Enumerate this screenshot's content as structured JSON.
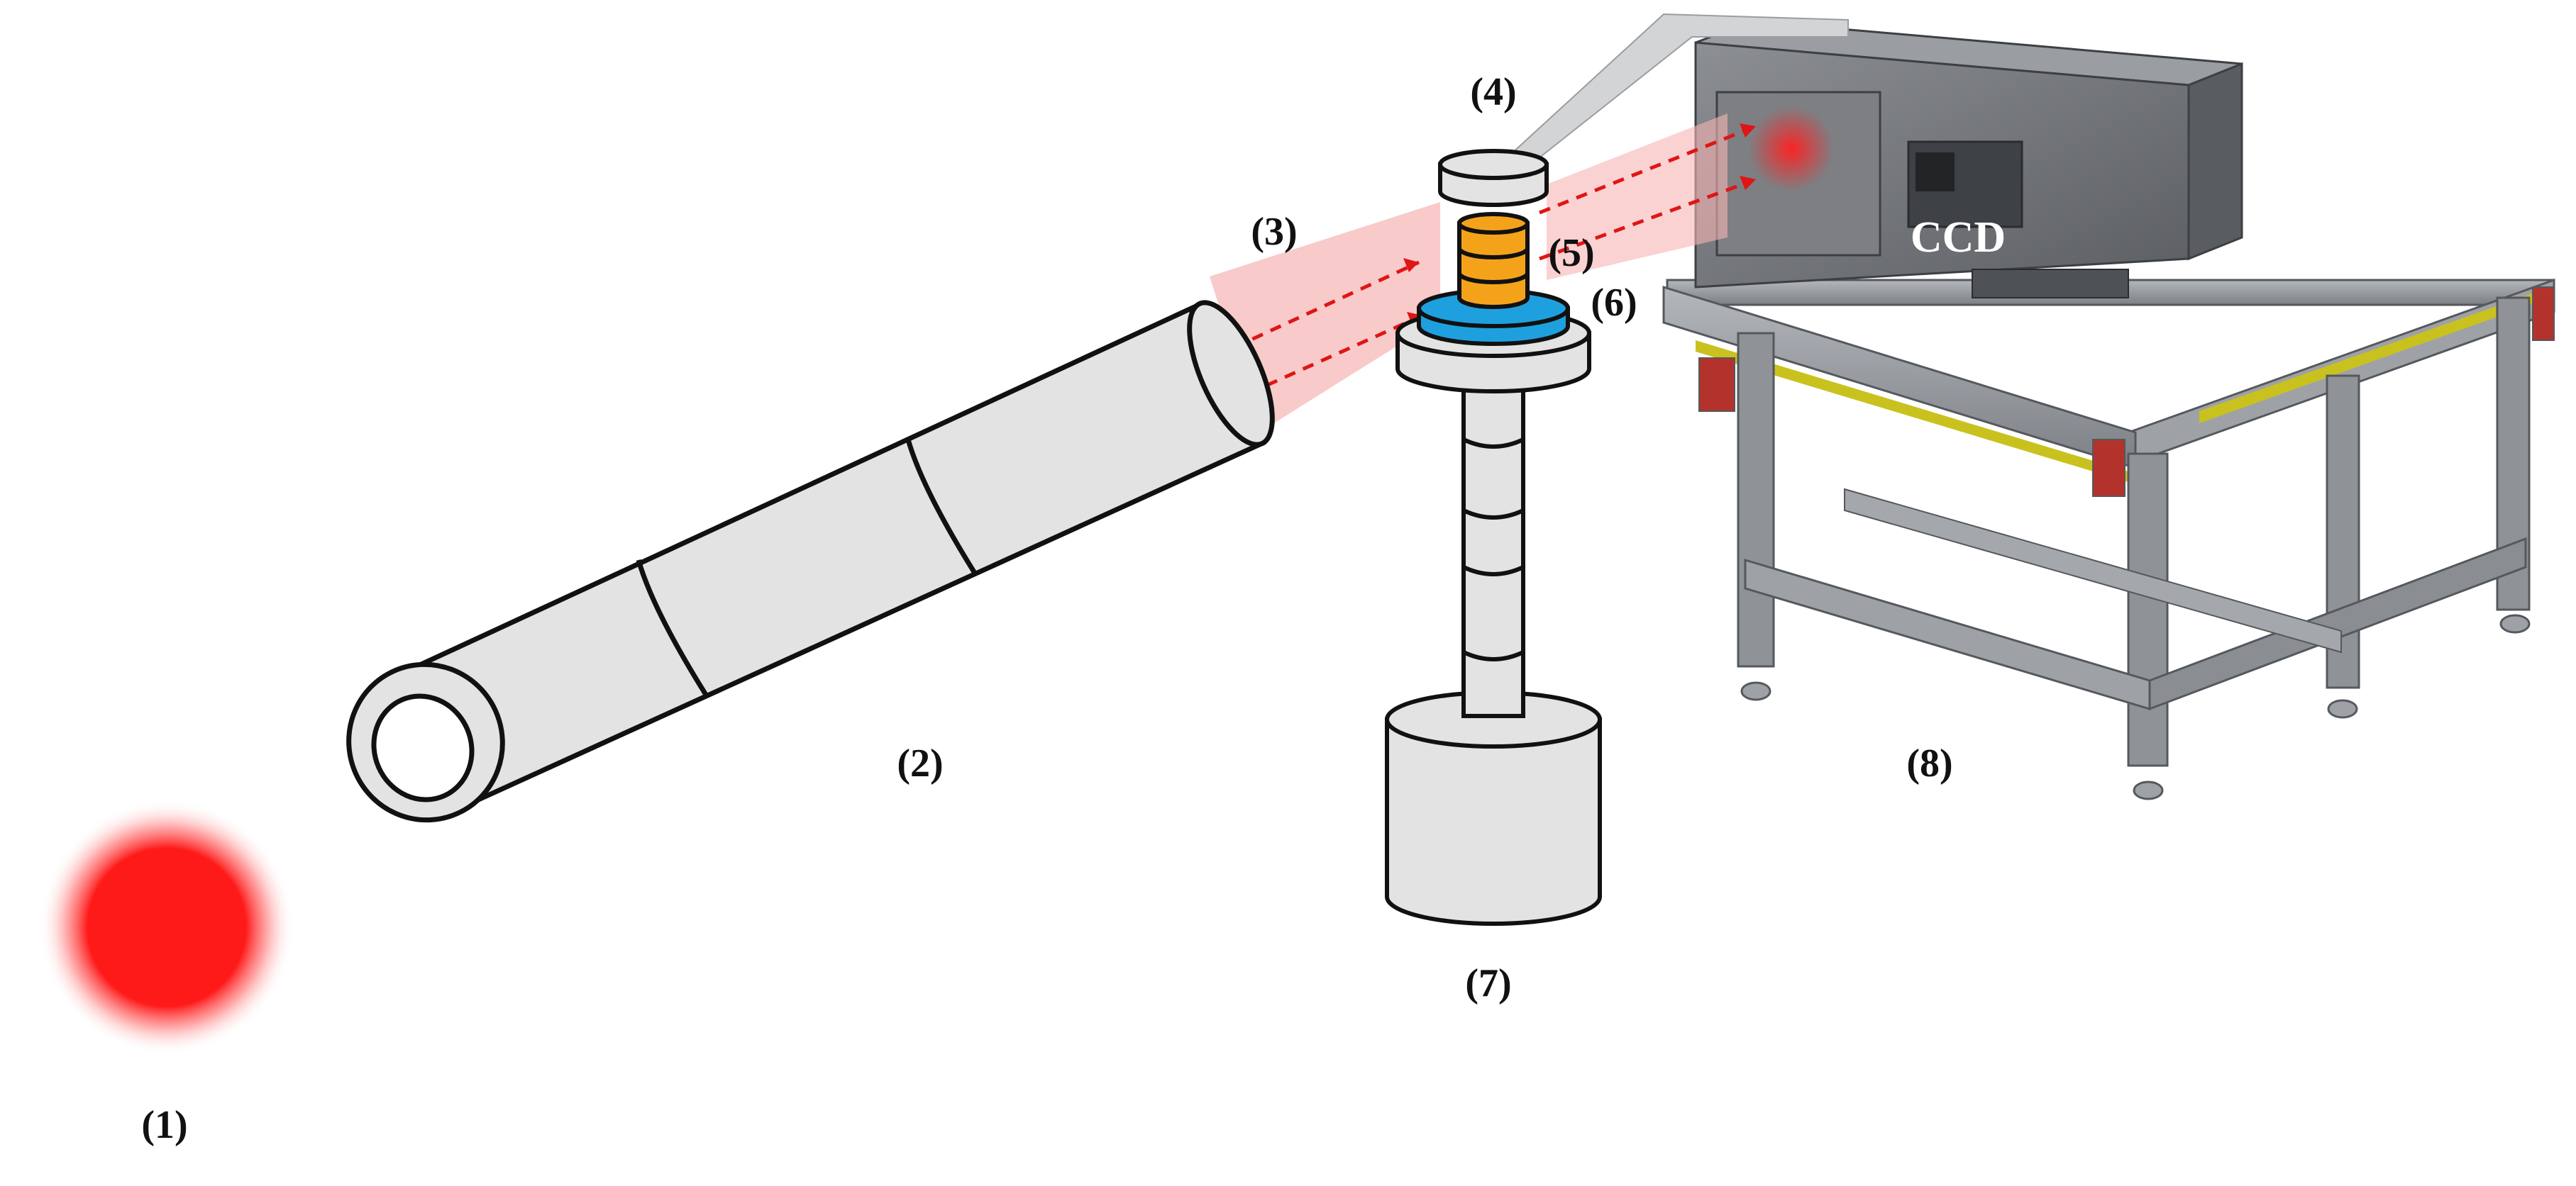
{
  "labels": {
    "laser": "(1)",
    "beam_expander": "(2)",
    "beam": "(3)",
    "top_holder": "(4)",
    "sample": "(5)",
    "base_plate": "(6)",
    "stand": "(7)",
    "frame": "(8)",
    "camera": "CCD"
  },
  "colors": {
    "laser_red": "#ff1a1a",
    "beam_pink": "#f6b4b4",
    "beam_arrow": "#e01515",
    "cylinder_fill": "#e3e3e3",
    "sample_orange": "#f5a21b",
    "base_blue": "#1ea0df",
    "frame_gray": "#8f9398",
    "enclosure_gray": "#6b6e72",
    "accent_yellow": "#c9c21e",
    "bracket_red": "#b3332c"
  }
}
